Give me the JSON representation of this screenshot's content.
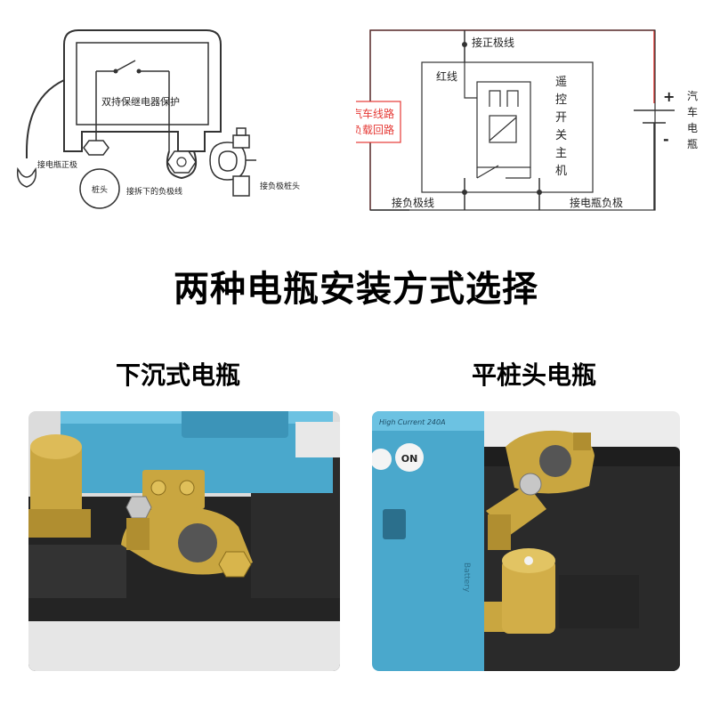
{
  "wiring_diagram": {
    "relay_label": "双持保继电器保护",
    "pos_terminal_label": "接电瓶正极",
    "post_label": "桩头",
    "removed_neg_label": "接拆下的负极线",
    "neg_clamp_label": "接负极桩头"
  },
  "schematic": {
    "pos_line_label": "接正极线",
    "red_wire_label": "红线",
    "car_circuit_line1": "汽车线路",
    "car_circuit_line2": "负载回路",
    "remote_host": [
      "遥",
      "控",
      "开",
      "关",
      "主",
      "机"
    ],
    "car_battery": [
      "汽",
      "车",
      "电",
      "瓶"
    ],
    "plus": "+",
    "minus": "-",
    "neg_line_label": "接负极线",
    "battery_neg_label": "接电瓶负极"
  },
  "main_title": "两种电瓶安装方式选择",
  "options": {
    "sunken_label": "下沉式电瓶",
    "flat_label": "平桩头电瓶"
  },
  "photo_text": {
    "on_label": "ON",
    "current_label": "High Current 240A",
    "brand_label": "Battery"
  },
  "colors": {
    "schematic_red": "#e53935",
    "device_blue": "#4aa8cc",
    "brass": "#c9a640",
    "battery_black": "#1e1e1e"
  }
}
